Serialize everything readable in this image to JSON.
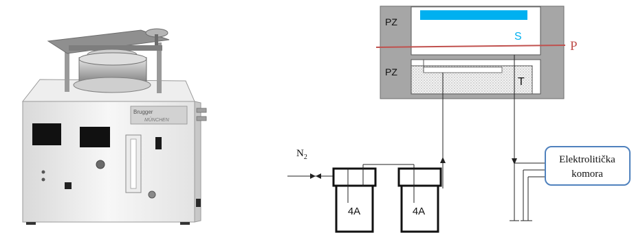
{
  "photo": {
    "brand_text": "Brugger",
    "model_text": "MÜNCHEN"
  },
  "schematic": {
    "upper_chamber_label": "PZ",
    "lower_chamber_label": "PZ",
    "sample_label": "S",
    "plane_label": "P",
    "material_label": "T",
    "gas_label": "N",
    "gas_subscript": "2",
    "bottle_1_label": "4A",
    "bottle_2_label": "4A",
    "cell_label_line1": "Elektrolitička",
    "cell_label_line2": "komora"
  },
  "colors": {
    "chamber_fill": "#a6a6a6",
    "sample_bar": "#00b0f0",
    "plane_line": "#c0504d",
    "cell_border": "#4f81bd"
  }
}
